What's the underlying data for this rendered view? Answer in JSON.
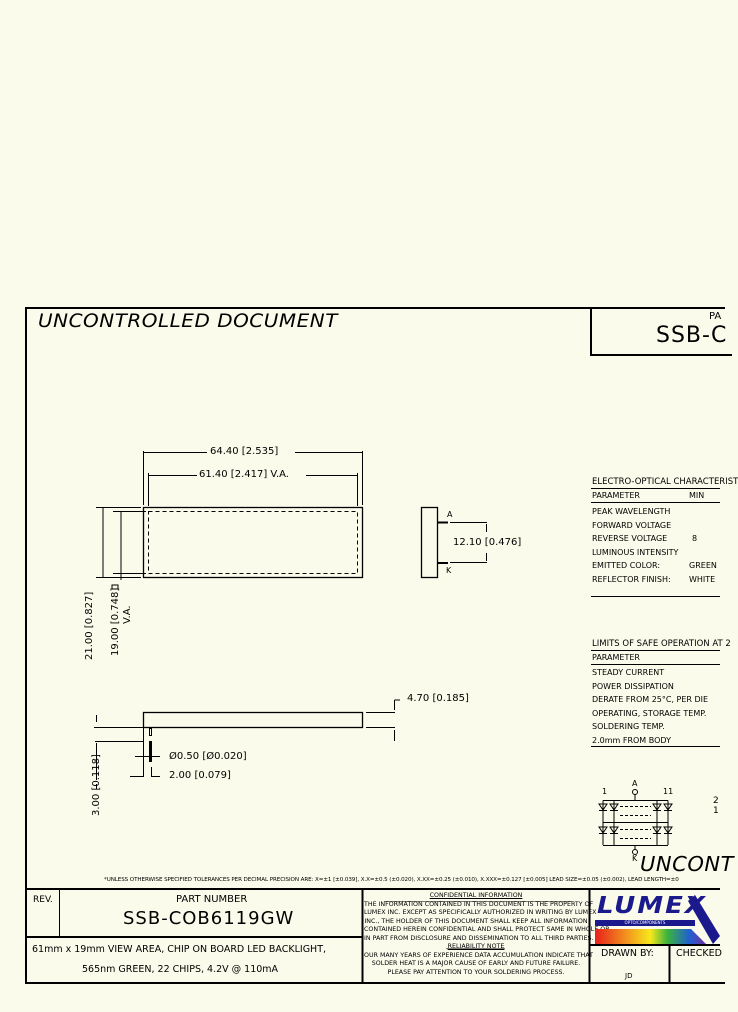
{
  "watermark": "UNCONTROLLED  DOCUMENT",
  "watermark_bottom": "UNCONT",
  "header_part": {
    "label": "PA",
    "number": "SSB-C"
  },
  "front_view": {
    "overall_width": "64.40 [2.535]",
    "view_area_width": "61.40 [2.417] V.A.",
    "overall_height": "21.00 [0.827]",
    "view_area_height": "19.00 [0.748]",
    "view_area_height_label": "V.A."
  },
  "side_view": {
    "pin_spacing": "12.10 [0.476]",
    "anode_label": "A",
    "cathode_label": "K"
  },
  "profile_view": {
    "thickness": "4.70 [0.185]",
    "pin_diameter": "Ø0.50 [Ø0.020]",
    "pin_offset": "2.00 [0.079]",
    "pin_length": "3.00 [0.118]"
  },
  "electro_optical": {
    "title": "ELECTRO-OPTICAL CHARACTERIST",
    "header": {
      "param": "PARAMETER",
      "min": "MIN"
    },
    "rows": [
      {
        "param": "PEAK WAVELENGTH",
        "min": ""
      },
      {
        "param": "FORWARD VOLTAGE",
        "min": ""
      },
      {
        "param": "REVERSE VOLTAGE",
        "min": "8"
      },
      {
        "param": "LUMINOUS INTENSITY",
        "min": ""
      },
      {
        "param": "EMITTED COLOR:",
        "min": "GREEN"
      },
      {
        "param": "REFLECTOR FINISH:",
        "min": "WHITE"
      }
    ]
  },
  "safe_operation": {
    "title": "LIMITS OF SAFE OPERATION AT 2",
    "header": "PARAMETER",
    "rows": [
      "STEADY CURRENT",
      "POWER DISSIPATION",
      "DERATE FROM 25°C, PER DIE",
      "OPERATING, STORAGE TEMP.",
      "SOLDERING TEMP.",
      "2.0mm FROM BODY"
    ]
  },
  "circuit": {
    "anode": "A",
    "cathode": "K",
    "first_index": "1",
    "last_index": "11",
    "side_note_1": "2",
    "side_note_2": "1"
  },
  "tolerance_note": "*UNLESS OTHERWISE SPECIFIED TOLERANCES PER DECIMAL PRECISION ARE: X=±1 [±0.039], X.X=±0.5 (±0.020), X.XX=±0.25 (±0.010), X.XXX=±0.127 [±0.005]   LEAD SIZE=±0.05 (±0.002), LEAD LENGTH=±0",
  "title_block": {
    "rev_label": "REV.",
    "rev_value": "",
    "part_number_label": "PART NUMBER",
    "part_number": "SSB-COB6119GW",
    "description_line1": "61mm x 19mm VIEW AREA, CHIP ON BOARD LED BACKLIGHT,",
    "description_line2": "565nm GREEN, 22 CHIPS, 4.2V @ 110mA",
    "confidential_title": "CONFIDENTIAL INFORMATION",
    "confidential_lines": [
      "THE INFORMATION CONTAINED IN THIS DOCUMENT IS THE PROPERTY OF",
      "LUMEX INC.  EXCEPT AS SPECIFICALLY AUTHORIZED IN WRITING BY LUMEX",
      "INC., THE HOLDER OF THIS DOCUMENT SHALL KEEP ALL INFORMATION",
      "CONTAINED HEREIN CONFIDENTIAL AND SHALL PROTECT SAME IN WHOLE OR",
      "IN PART FROM DISCLOSURE AND DISSEMINATION TO ALL THIRD PARTIES."
    ],
    "reliability_title": "RELIABILITY NOTE",
    "reliability_lines": [
      "OUR MANY YEARS OF EXPERIENCE DATA ACCUMULATION INDICATE THAT",
      "SOLDER HEAT IS A MAJOR CAUSE OF EARLY AND FUTURE FAILURE.",
      "PLEASE PAY ATTENTION TO YOUR SOLDERING PROCESS."
    ],
    "logo_text": "LUMEX",
    "logo_tagline": "OPTO/COMPONENTS",
    "drawn_by_label": "DRAWN BY:",
    "drawn_by_value": "JD",
    "checked_label": "CHECKED"
  },
  "colors": {
    "background": "#fbfbeb",
    "ink": "#000000",
    "logo_blue": "#1a1a8c"
  }
}
